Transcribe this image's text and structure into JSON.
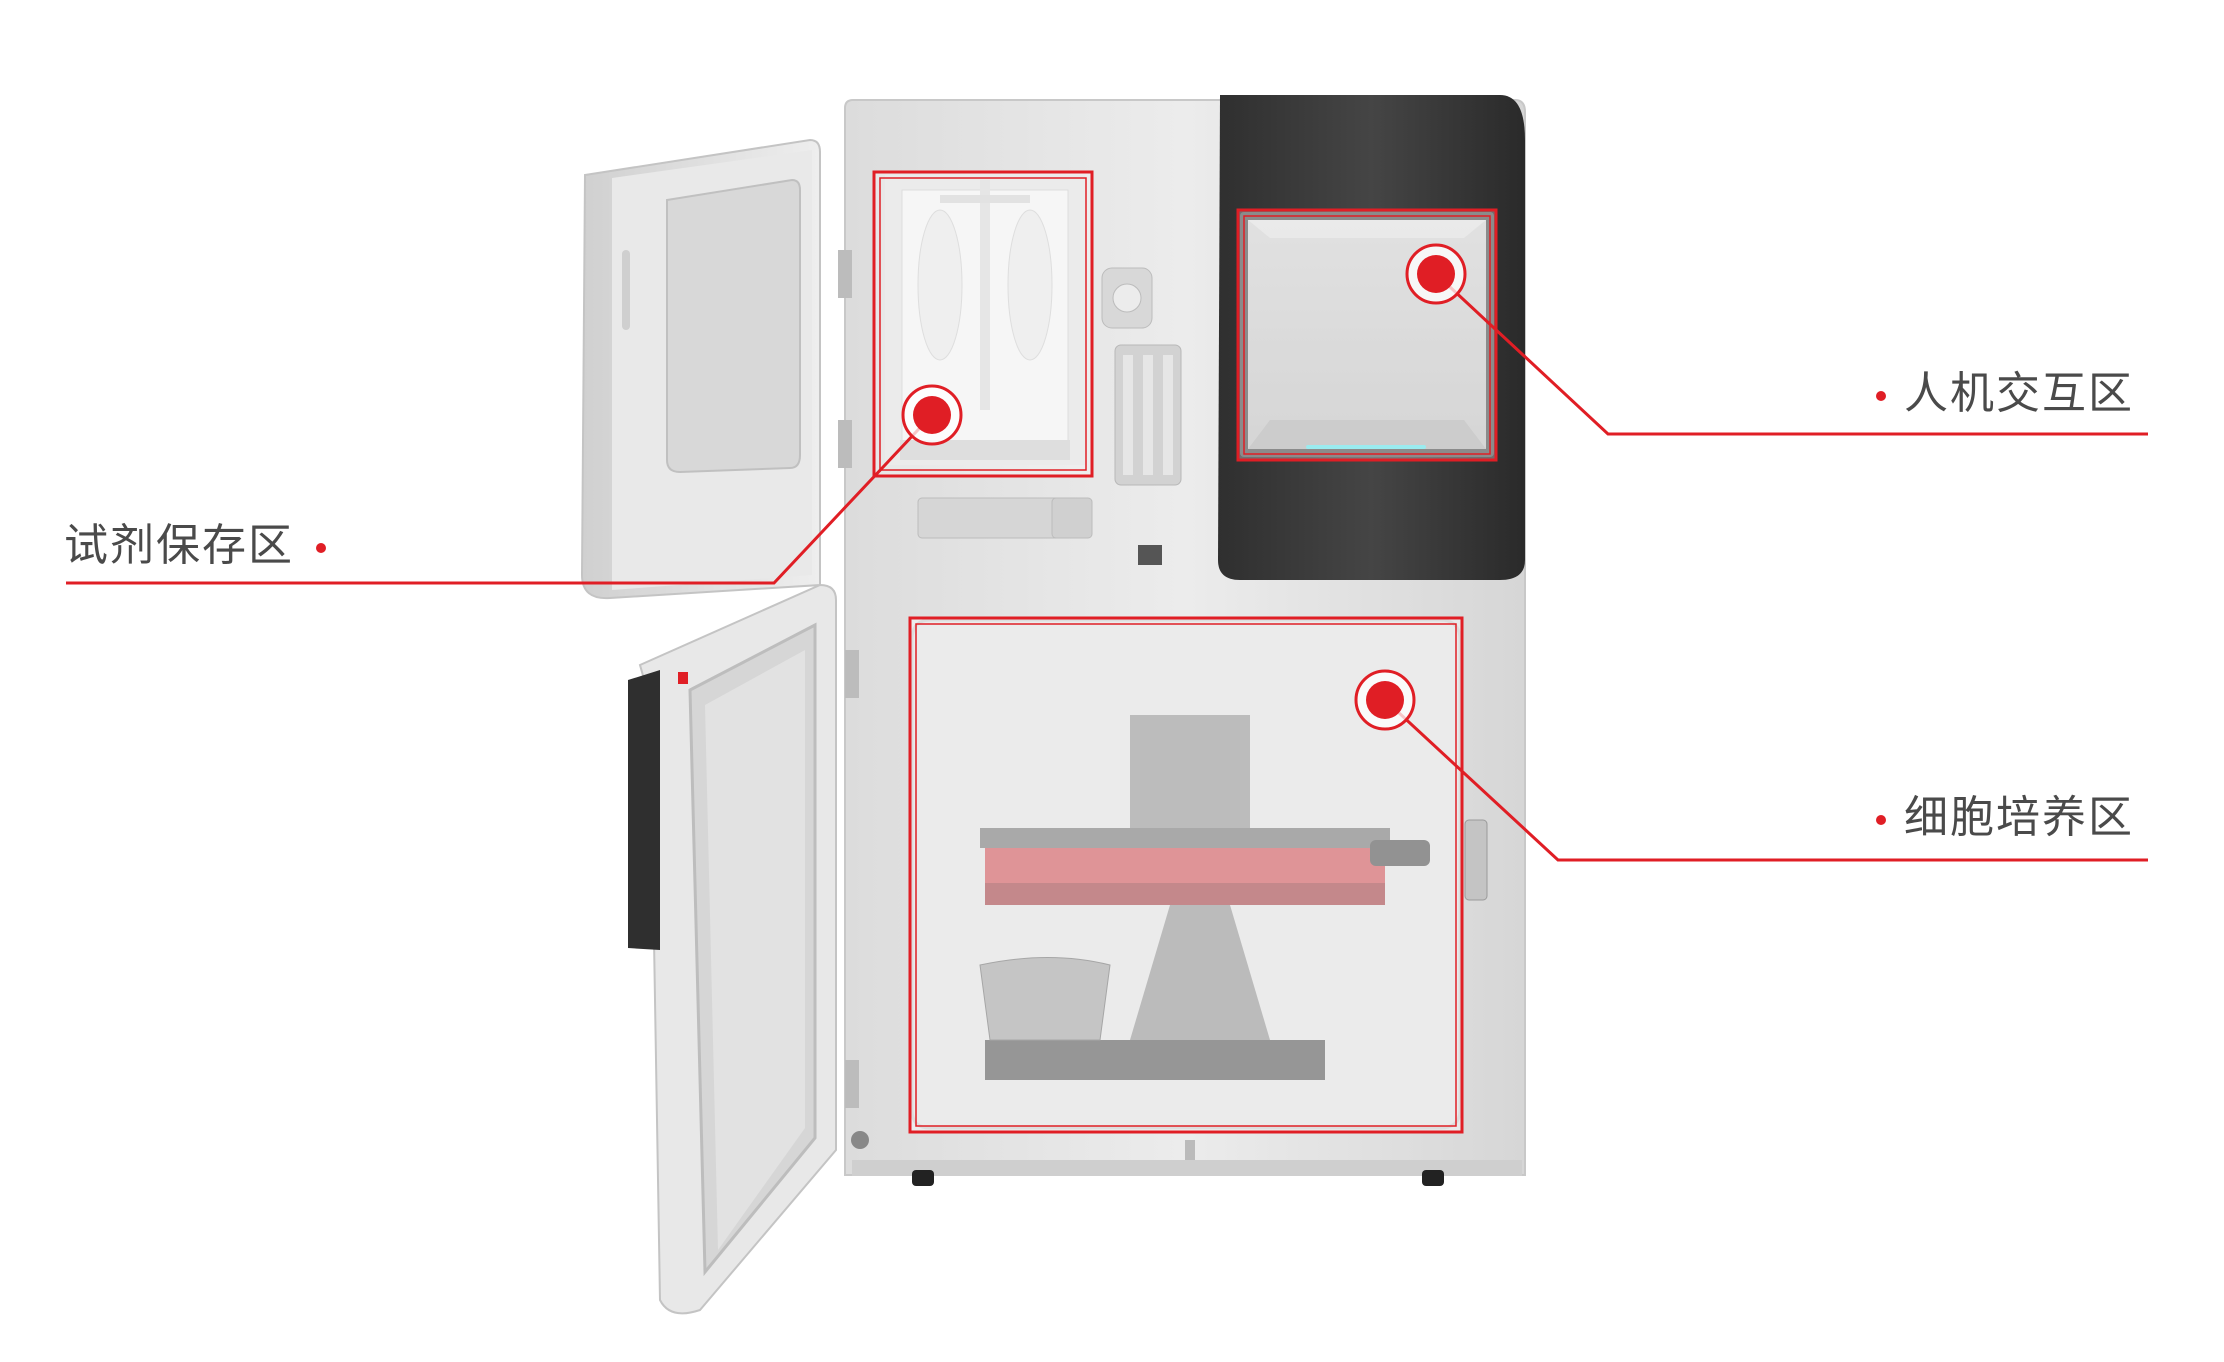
{
  "colors": {
    "accent": "#e01e25",
    "cabinet": "#e6e6e6",
    "panel_dark": "#3a3a3a",
    "label_text": "#4a4a4a",
    "screen_indicator": "#6fe3e8"
  },
  "callouts": {
    "reagent_storage": "试剂保存区",
    "human_machine_interaction": "人机交互区",
    "cell_culture": "细胞培养区"
  }
}
